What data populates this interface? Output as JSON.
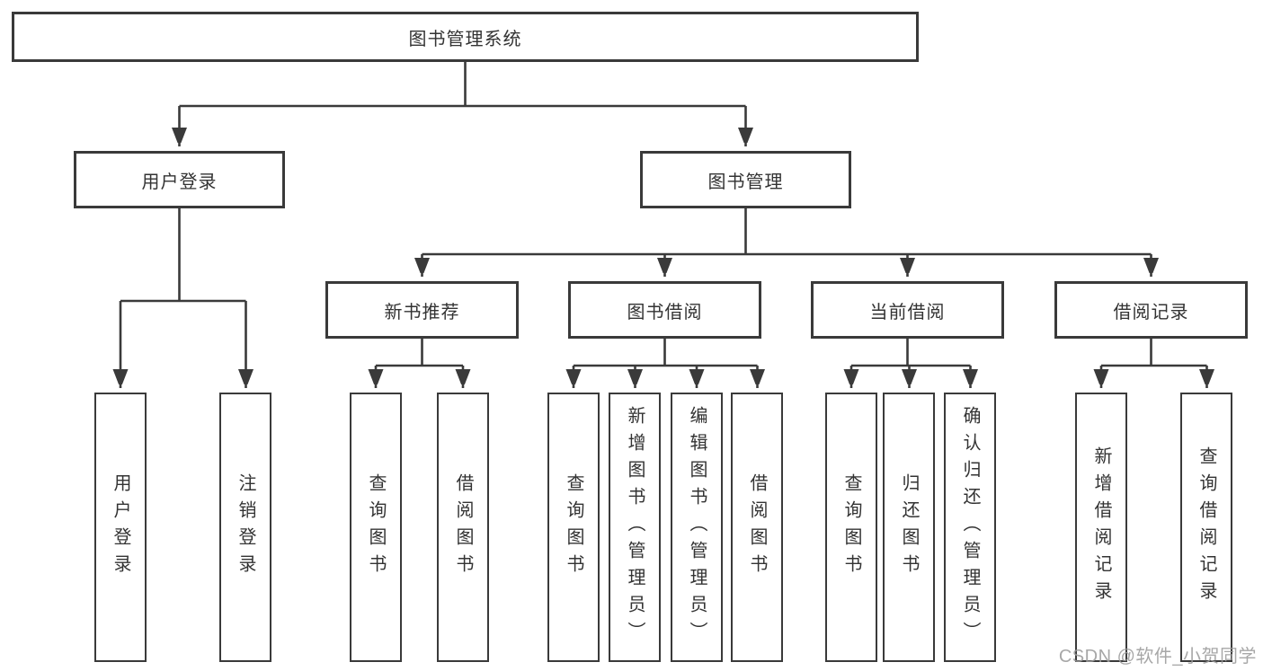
{
  "diagram": {
    "root": {
      "label": "图书管理系统"
    },
    "level2": [
      {
        "label": "用户登录"
      },
      {
        "label": "图书管理"
      }
    ],
    "level3": [
      {
        "label": "新书推荐"
      },
      {
        "label": "图书借阅"
      },
      {
        "label": "当前借阅"
      },
      {
        "label": "借阅记录"
      }
    ],
    "leaves": [
      {
        "label": "用户登录"
      },
      {
        "label": "注销登录"
      },
      {
        "label": "查询图书"
      },
      {
        "label": "借阅图书"
      },
      {
        "label": "查询图书"
      },
      {
        "label": "新增图书（管理员）"
      },
      {
        "label": "编辑图书（管理员）"
      },
      {
        "label": "借阅图书"
      },
      {
        "label": "查询图书"
      },
      {
        "label": "归还图书"
      },
      {
        "label": "确认归还（管理员）"
      },
      {
        "label": "新增借阅记录"
      },
      {
        "label": "查询借阅记录"
      }
    ]
  },
  "watermark": {
    "text": "CSDN @软件_小贺同学"
  },
  "colors": {
    "line": "#3a3a3a",
    "text": "#333333",
    "watermark": "#9b9b9b",
    "background": "#ffffff"
  }
}
